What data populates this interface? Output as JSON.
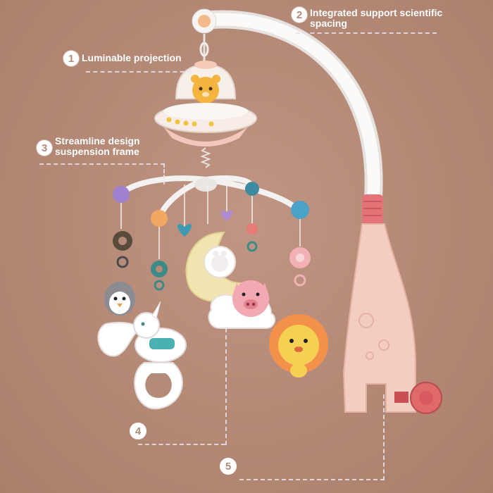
{
  "callouts": [
    {
      "number": "1",
      "text": "Luminable projection"
    },
    {
      "number": "2",
      "text": "Integrated support scientific spacing"
    },
    {
      "number": "3",
      "text": "Streamline design suspension frame"
    },
    {
      "number": "4",
      "text": ""
    },
    {
      "number": "5",
      "text": ""
    }
  ],
  "colors": {
    "background": "#b48a78",
    "arm_white": "#f4f2f0",
    "clamp_pink": "#f2c9bb",
    "knob_red": "#e06a6a",
    "label_text": "#ffffff"
  },
  "icons": [
    "lion-icon",
    "pig-icon",
    "penguin-icon",
    "unicorn-rattle-icon",
    "moon-rattle-icon",
    "heart-icon",
    "flower-icon",
    "bear-projector-icon"
  ]
}
